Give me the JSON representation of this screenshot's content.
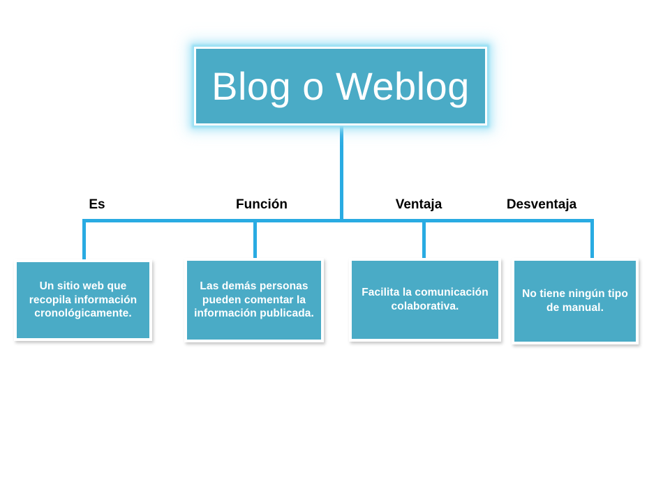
{
  "diagram": {
    "type": "hierarchy-tree",
    "root": {
      "label": "Blog o Weblog"
    },
    "branches": [
      {
        "label": "Es",
        "text": "Un sitio web que recopila información cronológicamente."
      },
      {
        "label": "Función",
        "text": "Las demás personas pueden comentar la información publicada."
      },
      {
        "label": "Ventaja",
        "text": "Facilita la comunicación colaborativa."
      },
      {
        "label": "Desventaja",
        "text": "No tiene ningún tipo de manual."
      }
    ],
    "colors": {
      "node_fill": "#4AABC6",
      "node_border": "#FFFFFF",
      "connector": "#29ABE2",
      "glow": "#A8E4F5",
      "label_text": "#000000",
      "node_text": "#FFFFFF",
      "background": "#FFFFFF"
    }
  }
}
